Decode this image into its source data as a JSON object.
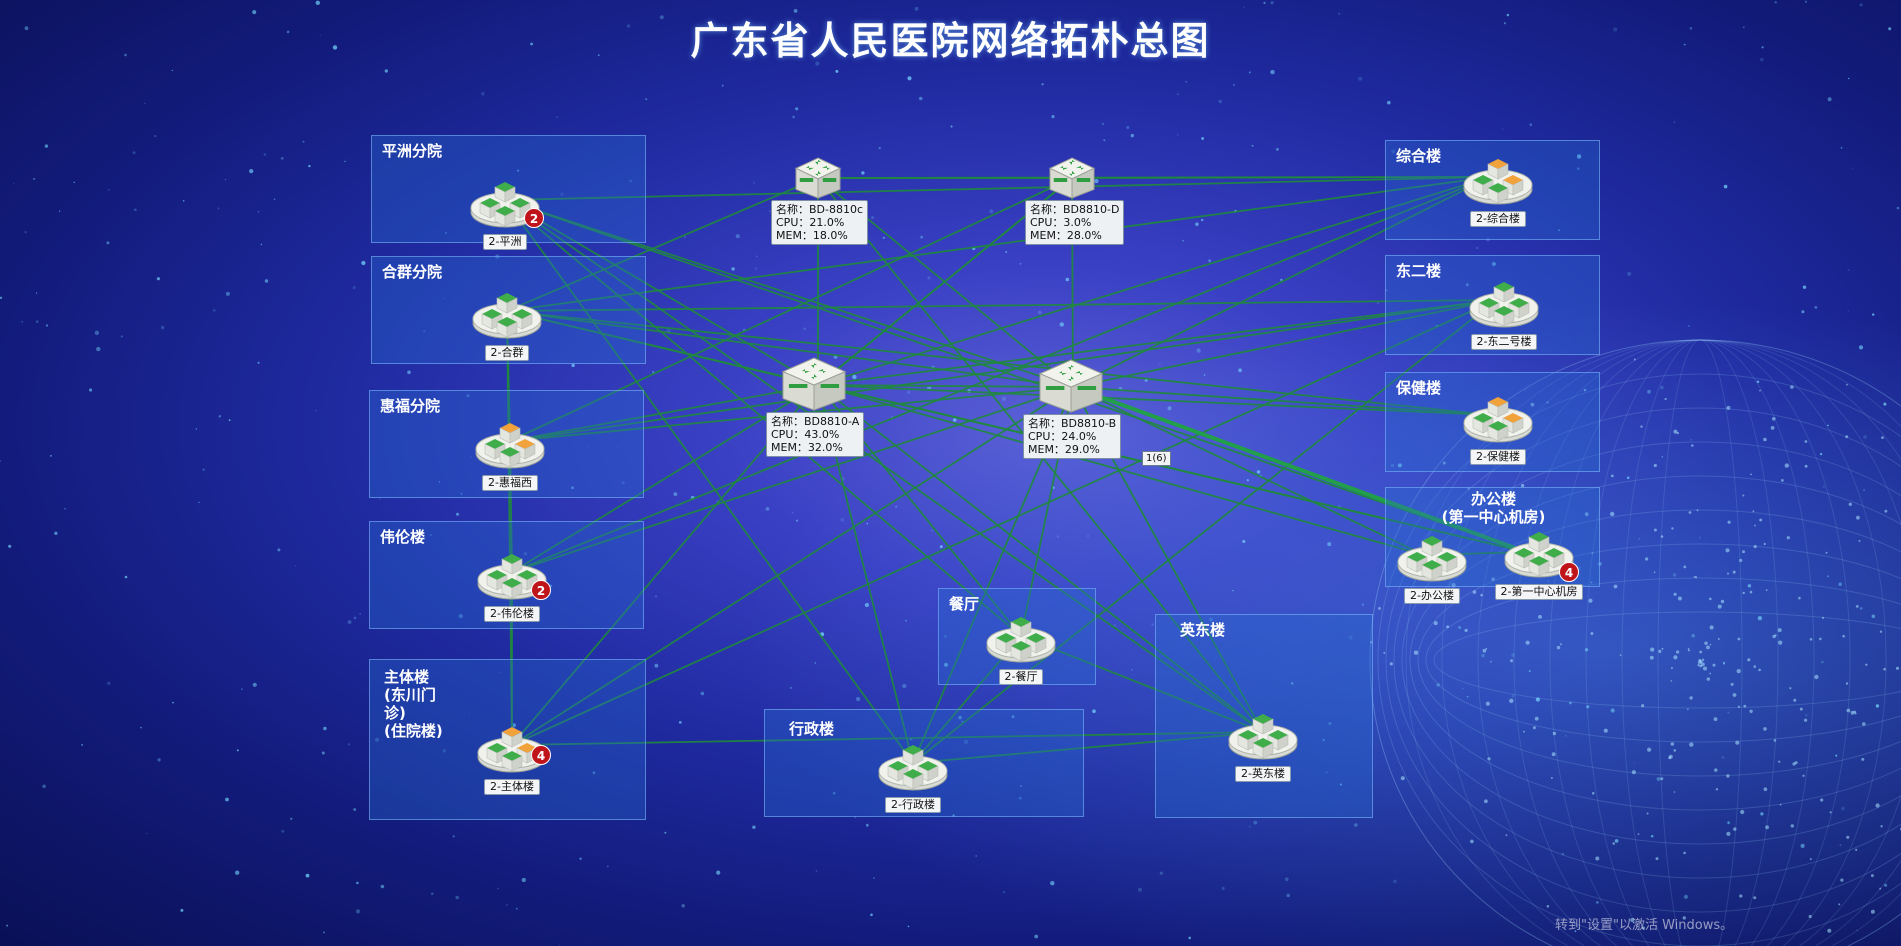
{
  "title": "广东省人民医院网络拓朴总图",
  "groups": [
    {
      "id": "pingzhou",
      "label": "平洲分院"
    },
    {
      "id": "hequn",
      "label": "合群分院"
    },
    {
      "id": "huifu",
      "label": "惠福分院"
    },
    {
      "id": "weilun",
      "label": "伟伦楼"
    },
    {
      "id": "zhuti",
      "label": "主体楼\n(东川门\n诊)\n(住院楼)"
    },
    {
      "id": "zonghe",
      "label": "综合楼"
    },
    {
      "id": "dongerlou",
      "label": "东二楼"
    },
    {
      "id": "baojian",
      "label": "保健楼"
    },
    {
      "id": "bangong",
      "label": "办公楼\n(第一中心机房)"
    },
    {
      "id": "canting",
      "label": "餐厅"
    },
    {
      "id": "xingzheng",
      "label": "行政楼"
    },
    {
      "id": "yingdong",
      "label": "英东楼"
    }
  ],
  "nodes": [
    {
      "id": "pingzhou",
      "label": "2-平洲",
      "badge": "2"
    },
    {
      "id": "hequn",
      "label": "2-合群",
      "badge": ""
    },
    {
      "id": "huifu",
      "label": "2-惠福西",
      "badge": ""
    },
    {
      "id": "weilun",
      "label": "2-伟伦楼",
      "badge": "2"
    },
    {
      "id": "zhuti",
      "label": "2-主体楼",
      "badge": "4"
    },
    {
      "id": "zonghe",
      "label": "2-综合楼",
      "badge": ""
    },
    {
      "id": "dongerlou",
      "label": "2-东二号楼",
      "badge": ""
    },
    {
      "id": "baojian",
      "label": "2-保健楼",
      "badge": ""
    },
    {
      "id": "bangong",
      "label": "2-办公楼",
      "badge": ""
    },
    {
      "id": "jifang",
      "label": "2-第一中心机房",
      "badge": "4"
    },
    {
      "id": "canting",
      "label": "2-餐厅",
      "badge": ""
    },
    {
      "id": "xingzheng",
      "label": "2-行政楼",
      "badge": ""
    },
    {
      "id": "yingdong",
      "label": "2-英东楼",
      "badge": ""
    }
  ],
  "cores": [
    {
      "id": "bd8810c",
      "name": "名称：BD-8810c",
      "cpu": "CPU：21.0%",
      "mem": "MEM：18.0%"
    },
    {
      "id": "bd8810d",
      "name": "名称：BD8810-D",
      "cpu": "CPU：3.0%",
      "mem": "MEM：28.0%"
    },
    {
      "id": "bd8810a",
      "name": "名称：BD8810-A",
      "cpu": "CPU：43.0%",
      "mem": "MEM：32.0%"
    },
    {
      "id": "bd8810b",
      "name": "名称：BD8810-B",
      "cpu": "CPU：24.0%",
      "mem": "MEM：29.0%"
    }
  ],
  "link_tag": "1(6)",
  "watermark": "转到\"设置\"以激活 Windows。",
  "colors": {
    "link": "#1f8a3c",
    "group_border": "#82beff",
    "badge": "#c0141b",
    "text": "#ffffff"
  }
}
